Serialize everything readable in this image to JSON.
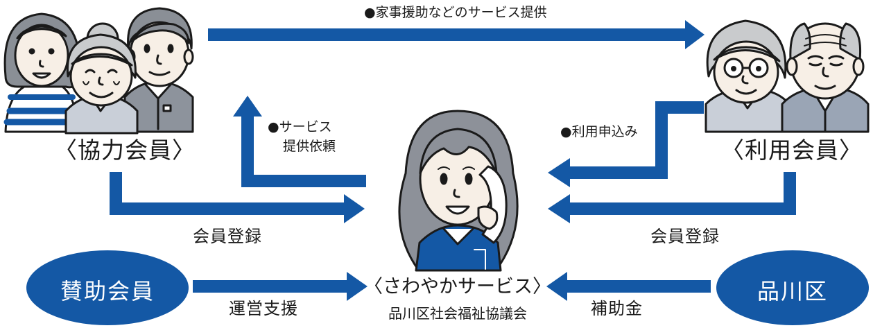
{
  "colors": {
    "arrow": "#1458a5",
    "ellipse": "#1458a5",
    "skin": "#f7efe6",
    "hair_brown": "#8a8f96",
    "grey_hair": "#c9cbcd"
  },
  "nodes": {
    "cooperating_member": "〈協力会員〉",
    "user_member": "〈利用会員〉",
    "supporting_member": "賛助会員",
    "ward": "品川区",
    "center_title": "〈さわやかサービス〉",
    "center_subtitle": "品川区社会福祉協議会"
  },
  "edges": {
    "housework_service": "●家事援助などのサービス提供",
    "service_request_line1": "●サービス",
    "service_request_line2": "提供依頼",
    "usage_application": "●利用申込み",
    "member_registration_left": "会員登録",
    "member_registration_right": "会員登録",
    "operation_support": "運営支援",
    "subsidy": "補助金"
  },
  "icons": {
    "cooperators": "three-cooperating-members-illustration",
    "elderly": "elderly-couple-illustration",
    "operator": "operator-on-phone-illustration"
  }
}
